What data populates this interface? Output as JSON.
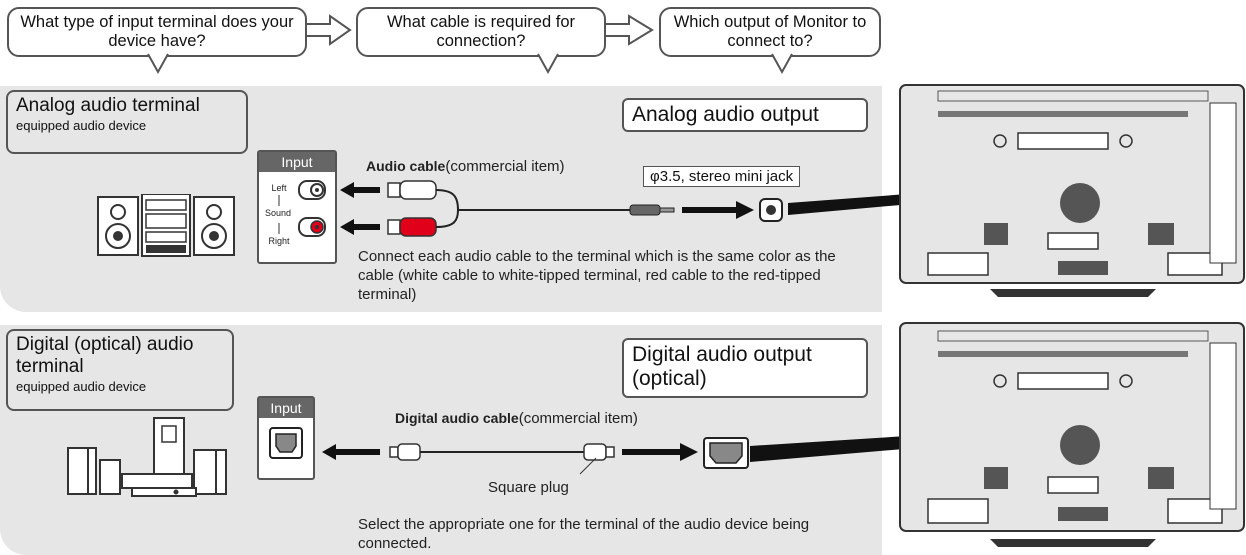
{
  "steps": [
    {
      "label": "What type of input terminal does your device have?"
    },
    {
      "label": "What cable is required for connection?"
    },
    {
      "label": "Which output of Monitor to connect to?"
    }
  ],
  "analog": {
    "device_title": "Analog audio terminal",
    "device_sub": "equipped audio device",
    "output_label": "Analog audio output",
    "input_label": "Input",
    "left": "Left",
    "sound": "Sound",
    "right": "Right",
    "cable_name": "Audio cable",
    "cable_note": "(commercial item)",
    "jack": "φ3.5, stereo mini jack",
    "note": "Connect each audio cable to the terminal which is the same color as the cable (white cable to white-tipped terminal, red cable to the red-tipped terminal)"
  },
  "digital": {
    "device_title": "Digital (optical) audio terminal",
    "device_sub": "equipped audio device",
    "output_label": "Digital audio output (optical)",
    "input_label": "Input",
    "cable_name": "Digital audio cable",
    "cable_note": "(commercial item)",
    "plug_label": "Square plug",
    "note": "Select the appropriate one for the terminal of the audio device being connected."
  },
  "colors": {
    "band": "#e6e6e6",
    "red_plug": "#e0001a",
    "input_header": "#666666"
  }
}
